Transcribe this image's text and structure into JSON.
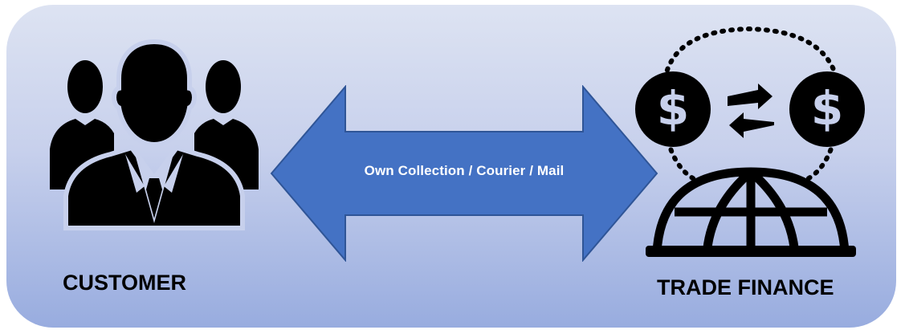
{
  "diagram": {
    "left_node": {
      "label": "CUSTOMER",
      "icon": "people-group-icon"
    },
    "right_node": {
      "label": "TRADE FINANCE",
      "icon": "global-currency-exchange-icon"
    },
    "connector": {
      "label": "Own Collection / Courier / Mail",
      "direction": "bidirectional"
    }
  },
  "colors": {
    "arrow_fill": "#4472c4",
    "arrow_stroke": "#2f5597",
    "icon_color": "#000000",
    "panel_top": "#dde3f2",
    "panel_bottom": "#98acdf"
  }
}
